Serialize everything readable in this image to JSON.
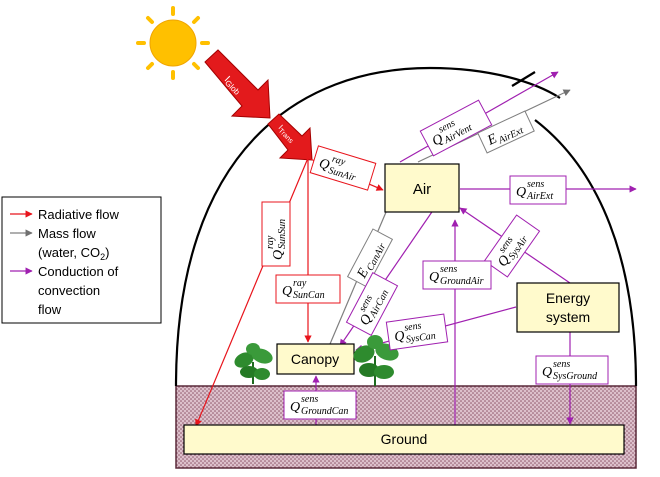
{
  "legend": {
    "radiative": "Radiative flow",
    "mass_line1": "Mass flow",
    "mass_line2": "(water, CO",
    "mass_sub": "2",
    "mass_close": ")",
    "conduction_line1": "Conduction of",
    "conduction_line2": "convection",
    "conduction_line3": "flow"
  },
  "nodes": {
    "air": "Air",
    "energy_line1": "Energy",
    "energy_line2": "system",
    "canopy": "Canopy",
    "ground": "Ground"
  },
  "radiation_arrows": {
    "glob": "I",
    "glob_sub": "Glob",
    "trans": "I",
    "trans_sub": "Trans"
  },
  "flow_labels": {
    "q": "Q",
    "e": "E",
    "sup_ray": "ray",
    "sup_sens": "sens",
    "sun_air": "SunAir",
    "sun_sun": "SunSun",
    "sun_can": "SunCan",
    "air_vent": "AirVent",
    "air_ext_e": "AirExt",
    "air_ext_q": "AirExt",
    "can_air_e": "CanAir",
    "air_can": "AirCan",
    "sys_air": "SysAir",
    "ground_air": "GroundAir",
    "sys_can": "SysCan",
    "sys_ground": "SysGround",
    "ground_can": "GroundCan"
  },
  "colors": {
    "radiative": "#e8141c",
    "mass": "#7f7f7f",
    "conduction": "#a020b0",
    "node_fill": "#fffacc",
    "ground_fill": "#d6b3c0",
    "sun": "#ffc000",
    "radiation_arrow": "#e31a1c",
    "leaf": "#2e8b2e"
  }
}
